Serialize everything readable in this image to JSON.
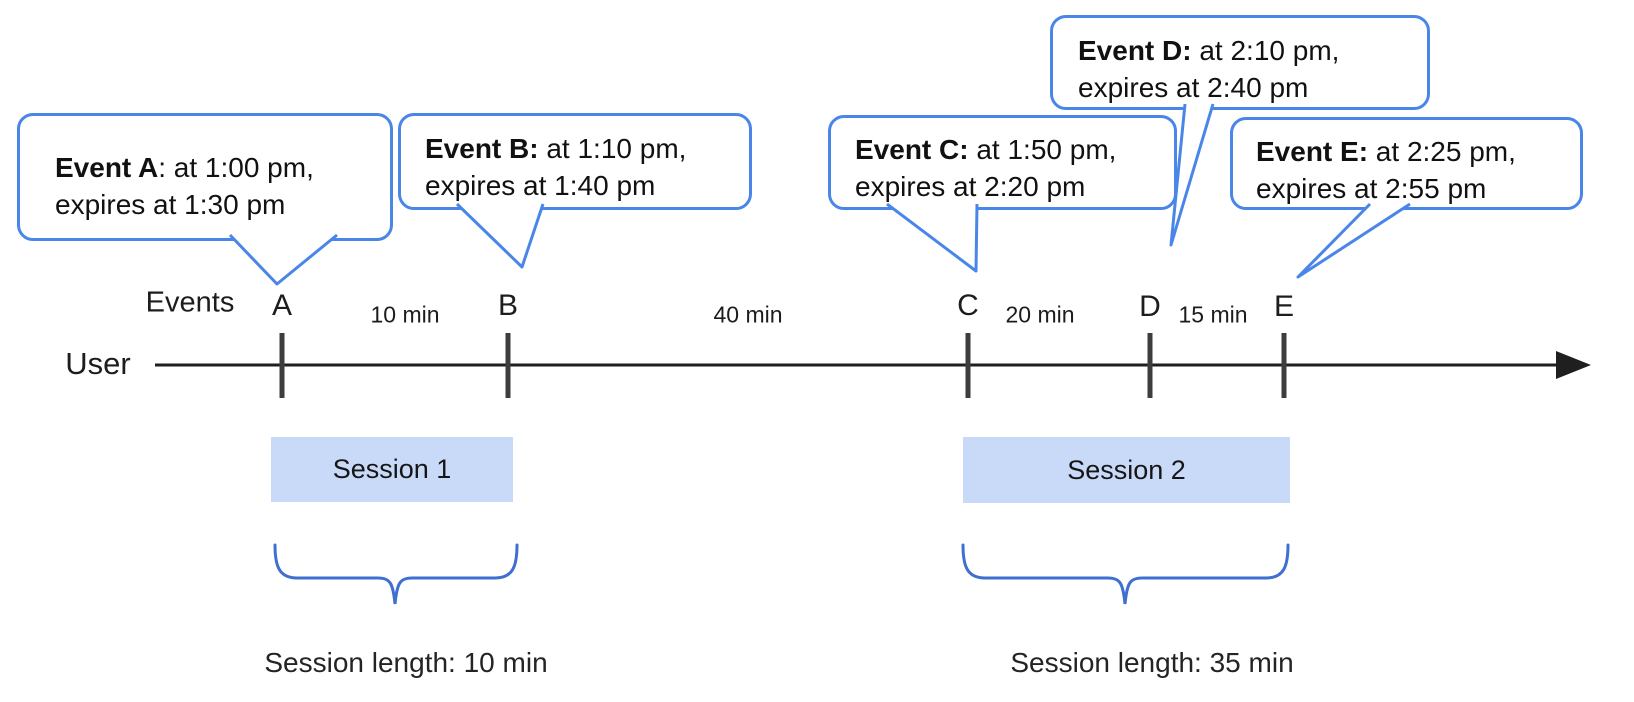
{
  "labels": {
    "events_axis": "Events",
    "user": "User"
  },
  "bubbles": [
    {
      "event": "A",
      "bold": "Event A",
      "rest": ": at 1:00 pm,",
      "line2": "expires at 1:30 pm"
    },
    {
      "event": "B",
      "bold": "Event B:",
      "rest": " at 1:10 pm,",
      "line2": "expires at 1:40 pm"
    },
    {
      "event": "C",
      "bold": "Event C:",
      "rest": " at 1:50 pm,",
      "line2": "expires at 2:20 pm"
    },
    {
      "event": "D",
      "bold": "Event D:",
      "rest": " at 2:10 pm,",
      "line2": "expires at 2:40 pm"
    },
    {
      "event": "E",
      "bold": "Event E:",
      "rest": " at 2:25 pm,",
      "line2": "expires at 2:55 pm"
    }
  ],
  "timeline": {
    "events": [
      {
        "label": "A"
      },
      {
        "label": "B"
      },
      {
        "label": "C"
      },
      {
        "label": "D"
      },
      {
        "label": "E"
      }
    ],
    "intervals": [
      {
        "label": "10 min"
      },
      {
        "label": "40 min"
      },
      {
        "label": "20 min"
      },
      {
        "label": "15 min"
      }
    ]
  },
  "sessions": [
    {
      "label": "Session 1",
      "length_label": "Session length: 10 min"
    },
    {
      "label": "Session 2",
      "length_label": "Session length: 35 min"
    }
  ],
  "colors": {
    "bubble_border": "#4a86e8",
    "brace": "#3f6fd1",
    "session_fill": "#c9daf8",
    "tick": "#3d3d3d",
    "axis": "#1f1f1f"
  }
}
